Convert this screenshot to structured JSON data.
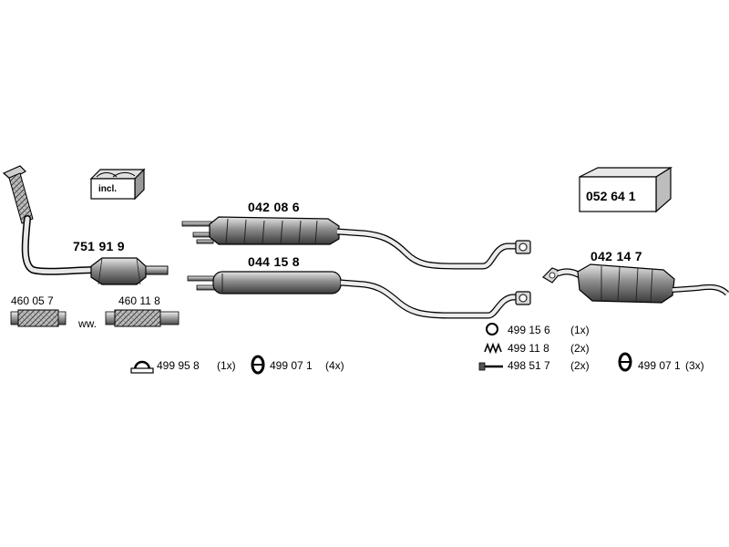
{
  "parts": {
    "front_pipe": "751 91 9",
    "incl_label": "incl.",
    "middle_silencer_upper": "042 08 6",
    "middle_silencer_lower": "044 15 8",
    "rear_silencer": "042 14 7",
    "mounting_kit": "052 64 1",
    "flex_pipe_left": "460 05 7",
    "flex_pipe_right": "460 11 8",
    "flex_alt": "ww."
  },
  "hardware_left": [
    {
      "part": "499 95 8",
      "qty": "(1x)"
    },
    {
      "part": "499 07 1",
      "qty": "(4x)"
    }
  ],
  "hardware_right": [
    {
      "part": "499 15 6",
      "qty": "(1x)"
    },
    {
      "part": "499 11 8",
      "qty": "(2x)"
    },
    {
      "part": "498 51 7",
      "qty": "(2x)"
    },
    {
      "part": "499 07 1",
      "qty": "(3x)"
    }
  ],
  "icons": {
    "clamp": "clamp-icon",
    "rubber_mount": "rubber-mount-icon",
    "gasket_ring": "gasket-ring-icon",
    "spring": "spring-icon",
    "bolt": "bolt-icon",
    "kit_box": "kit-box-icon"
  }
}
